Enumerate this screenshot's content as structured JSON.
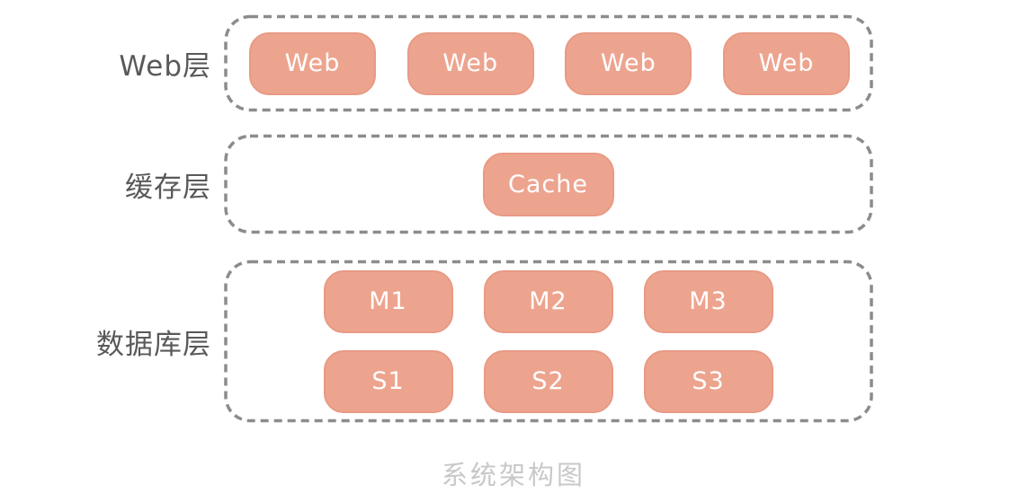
{
  "diagram": {
    "title": "系统架构图",
    "layers": [
      {
        "label": "Web层",
        "nodes": [
          "Web",
          "Web",
          "Web",
          "Web"
        ]
      },
      {
        "label": "缓存层",
        "nodes": [
          "Cache"
        ]
      },
      {
        "label": "数据库层",
        "rows": [
          [
            "M1",
            "M2",
            "M3"
          ],
          [
            "S1",
            "S2",
            "S3"
          ]
        ]
      }
    ]
  },
  "colors": {
    "node_fill": "#EDA48F",
    "node_border": "#E89A84",
    "node_text": "#FFFFFF",
    "container_outline": "#8C8C8C",
    "layer_label_text": "#595959",
    "title_text": "#C8C8C8",
    "background": "#FFFFFF"
  }
}
